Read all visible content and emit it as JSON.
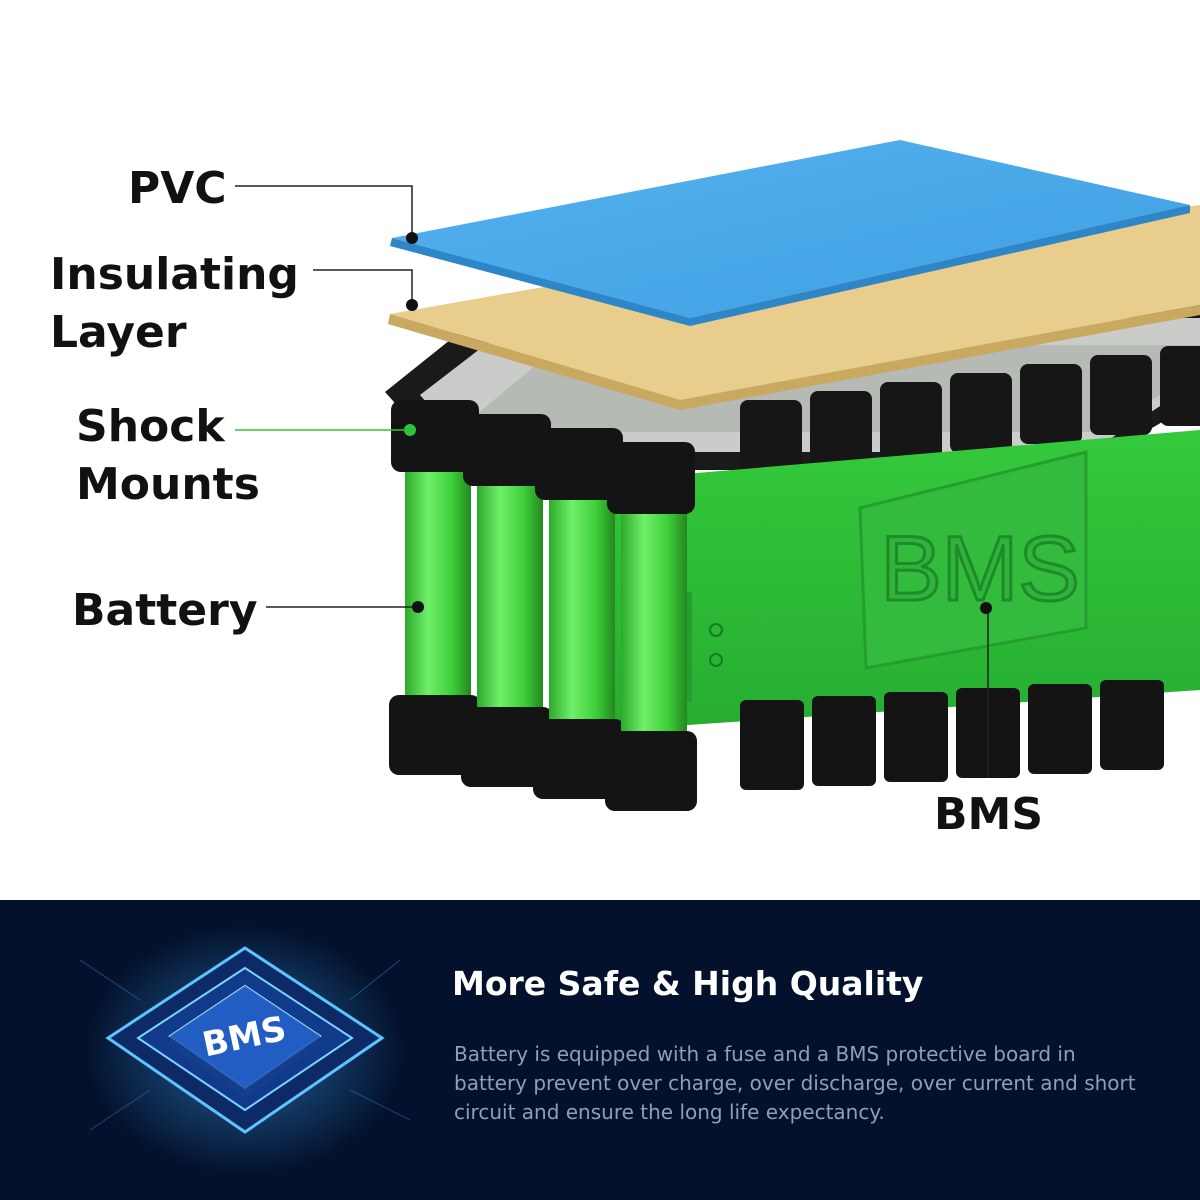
{
  "callouts": {
    "pvc": "PVC",
    "insulating": "Insulating\nLayer",
    "shock_mounts": "Shock\nMounts",
    "battery": "Battery",
    "bms": "BMS"
  },
  "pack": {
    "bms_plate_text": "BMS",
    "colors": {
      "pvc_sheet": "#4aa8e8",
      "insulating_sheet": "#e8cd8c",
      "cell_green": "#49d442",
      "wrap_green": "#2ec43a",
      "holder_black": "#111111"
    }
  },
  "feature": {
    "chip_label": "BMS",
    "title": "More Safe & High Quality",
    "description": "Battery is equipped with a fuse and a BMS protective board in battery prevent over charge, over discharge, over current and short circuit and ensure the long life expectancy.",
    "background": "#03112c",
    "glow": "#3ea8ff"
  }
}
